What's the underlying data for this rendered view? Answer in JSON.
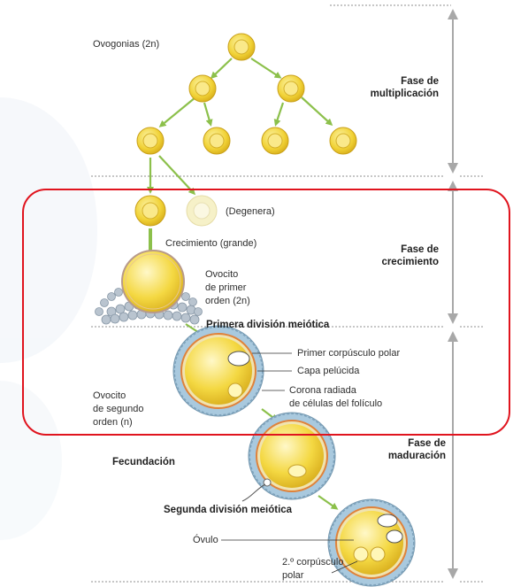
{
  "colors": {
    "arrow_green": "#8cc04b",
    "cell_yellow": "#f2d63a",
    "cell_light": "#f6f1c8",
    "membrane_blue": "#9fc3d9",
    "nucleus": "#fff7b8",
    "corona_orange": "#e0823a",
    "highlight_red": "#e0141e",
    "axis_gray": "#9a9a9a"
  },
  "phases": {
    "multiplication": "Fase de\nmultiplicación",
    "growth": "Fase de\ncrecimiento",
    "maturation": "Fase de\nmaduración"
  },
  "labels": {
    "oogonia": "Ovogonias (2n)",
    "degenerates": "(Degenera)",
    "growth_large": "Crecimiento (grande)",
    "primary_oocyte": "Ovocito\nde primer\norden (2n)",
    "first_meiotic_division": "Primera división meiótica",
    "first_polar_body": "Primer corpúsculo polar",
    "zona_pellucida": "Capa pelúcida",
    "corona_radiata": "Corona radiada\nde células del folículo",
    "secondary_oocyte": "Ovocito\nde segundo\norden (n)",
    "fertilization": "Fecundación",
    "second_meiotic_division": "Segunda división meiótica",
    "ovum": "Óvulo",
    "second_polar_body": "2.º corpúsculo\npolar"
  }
}
